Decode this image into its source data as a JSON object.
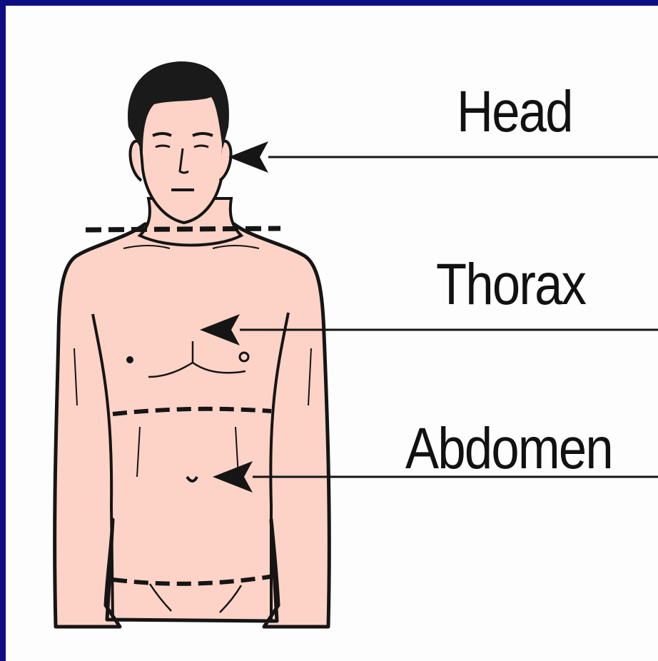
{
  "labels": {
    "head": "Head",
    "thorax": "Thorax",
    "abdomen": "Abdomen"
  },
  "colors": {
    "border": "#0e0e82",
    "background": "#fdfdfd",
    "skin": "#fcd3c6",
    "outline": "#151515",
    "hair": "#1a1a1a",
    "text": "#111111"
  },
  "icons": [
    "human-body-illustration",
    "arrow-left-icon"
  ]
}
